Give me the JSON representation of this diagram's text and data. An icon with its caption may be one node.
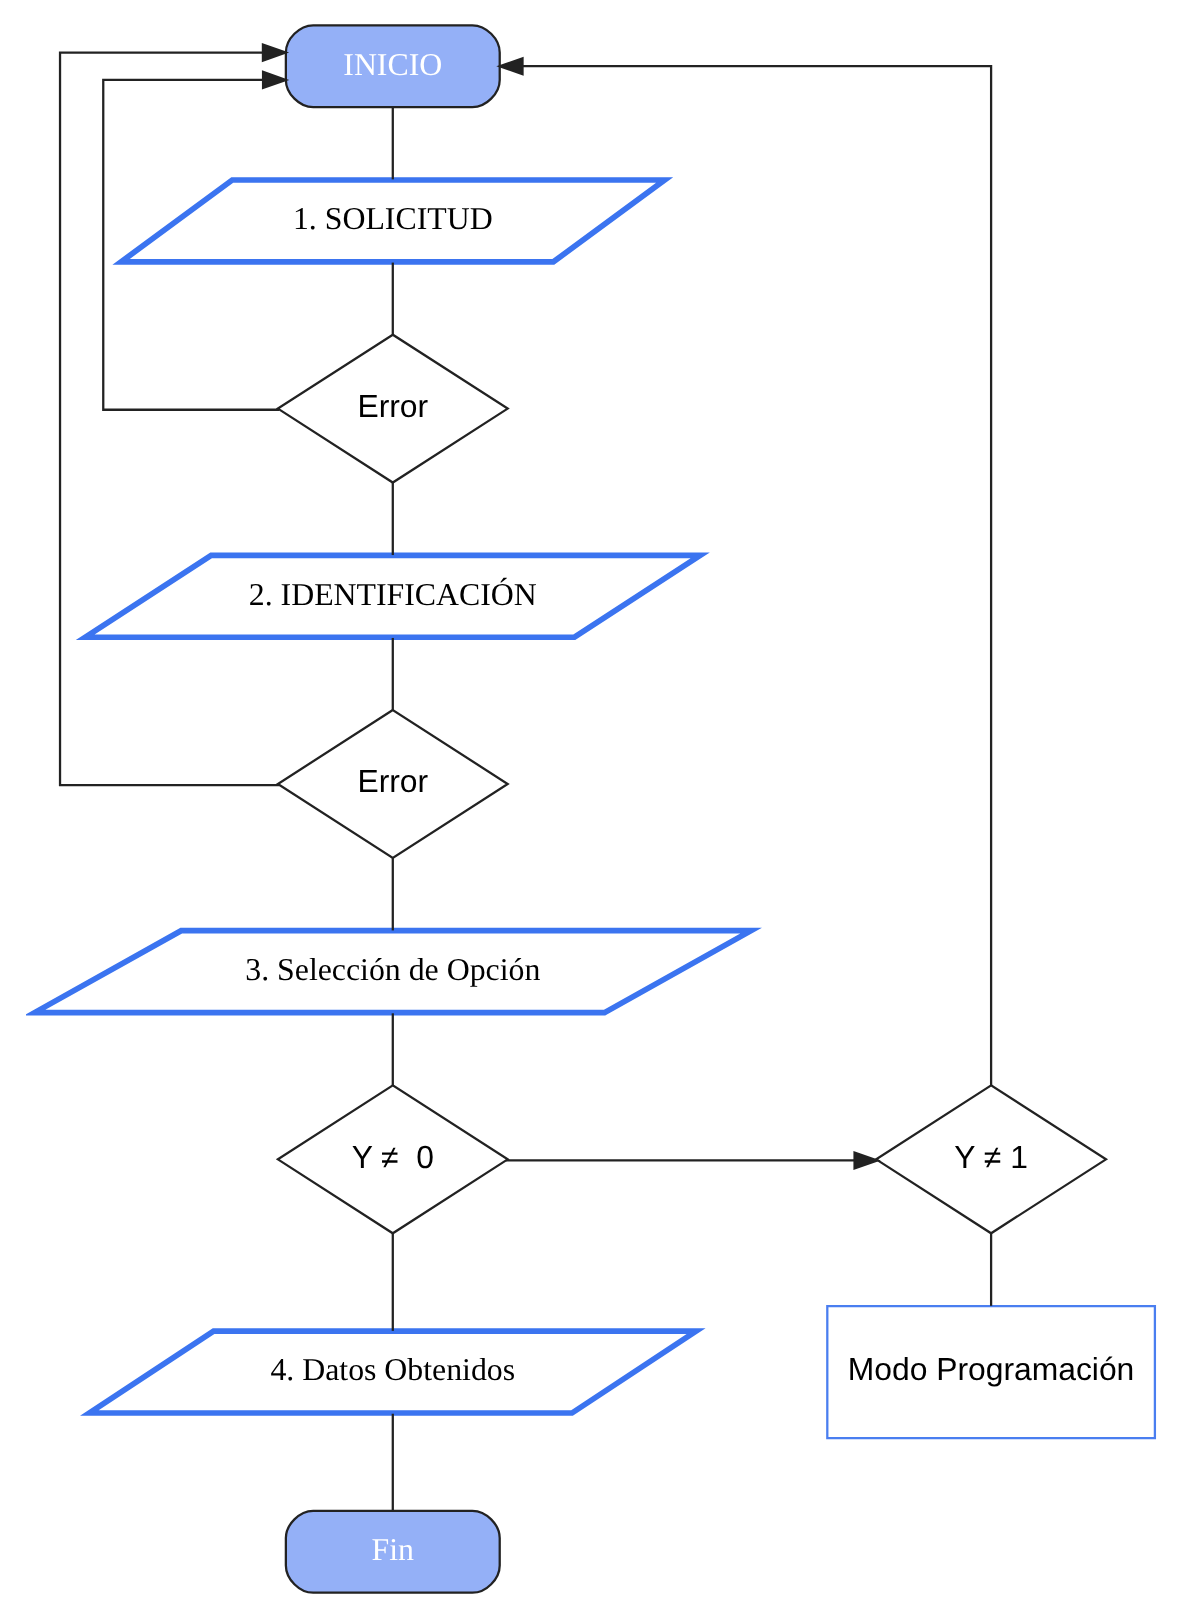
{
  "diagram": {
    "nodes": [
      {
        "text": [
          "INICIO"
        ]
      },
      {
        "text": [
          "1. SOLICITUD"
        ]
      },
      {
        "text": [
          "Error"
        ]
      },
      {
        "text": [
          "2. IDENTIFICACIÓN"
        ]
      },
      {
        "text": [
          "Error"
        ]
      },
      {
        "text": [
          "3. Selección de Opción"
        ]
      },
      {
        "text": [
          "Y ≠ 1"
        ]
      },
      {
        "text": [
          "Y ≠  0"
        ]
      },
      {
        "text": [
          "4. Datos Obtenidos"
        ]
      },
      {
        "text": [
          "Modo Programación"
        ]
      },
      {
        "text": [
          "Fin"
        ]
      }
    ],
    "edges": [
      {
        "from": 0,
        "to": 1,
        "arrow": "none"
      },
      {
        "from": 1,
        "to": 2,
        "arrow": "none"
      },
      {
        "from": 2,
        "to": 0,
        "arrow": "to"
      },
      {
        "from": 2,
        "to": 3,
        "arrow": "none"
      },
      {
        "from": 3,
        "to": 4,
        "arrow": "none"
      },
      {
        "from": 4,
        "to": 0,
        "arrow": "to"
      },
      {
        "from": 4,
        "to": 5,
        "arrow": "none"
      },
      {
        "from": 5,
        "to": 7,
        "arrow": "none"
      },
      {
        "from": 7,
        "to": 6,
        "arrow": "to"
      },
      {
        "from": 6,
        "to": 0,
        "arrow": "to"
      },
      {
        "from": 7,
        "to": 8,
        "arrow": "none"
      },
      {
        "from": 8,
        "to": 10,
        "arrow": "none"
      },
      {
        "from": 6,
        "to": 9,
        "arrow": "none"
      }
    ]
  }
}
